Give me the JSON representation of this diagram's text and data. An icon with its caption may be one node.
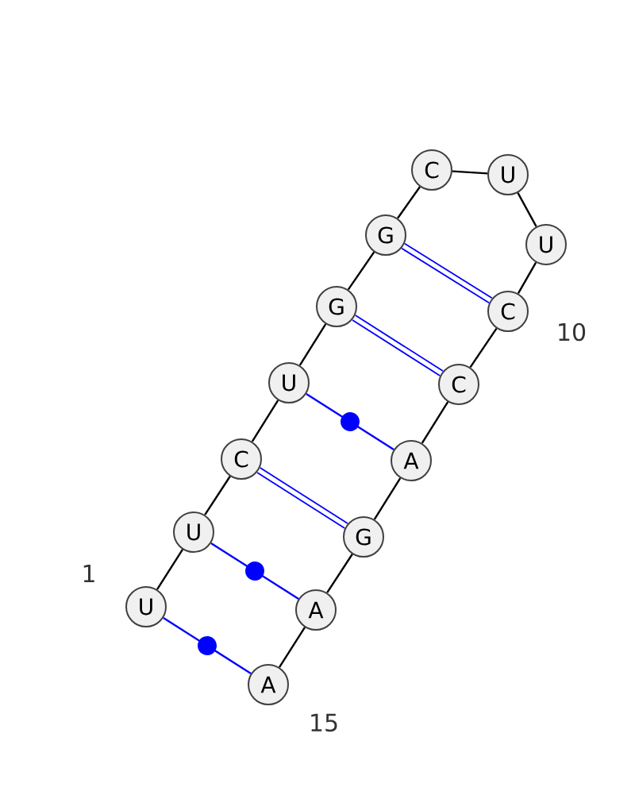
{
  "diagram": {
    "nodes": [
      {
        "text": [
          "U"
        ]
      },
      {
        "text": [
          "U"
        ]
      },
      {
        "text": [
          "C"
        ]
      },
      {
        "text": [
          "U"
        ]
      },
      {
        "text": [
          "G"
        ]
      },
      {
        "text": [
          "G"
        ]
      },
      {
        "text": [
          "C"
        ]
      },
      {
        "text": [
          "U"
        ]
      },
      {
        "text": [
          "U"
        ]
      },
      {
        "text": [
          "C"
        ]
      },
      {
        "text": [
          "C"
        ]
      },
      {
        "text": [
          "A"
        ]
      },
      {
        "text": [
          "G"
        ]
      },
      {
        "text": [
          "A"
        ]
      },
      {
        "text": [
          "A"
        ]
      }
    ],
    "edges": [
      {
        "from": 0,
        "to": 1,
        "arrow": "none"
      },
      {
        "from": 1,
        "to": 2,
        "arrow": "none"
      },
      {
        "from": 2,
        "to": 3,
        "arrow": "none"
      },
      {
        "from": 3,
        "to": 4,
        "arrow": "none"
      },
      {
        "from": 4,
        "to": 5,
        "arrow": "none"
      },
      {
        "from": 5,
        "to": 6,
        "arrow": "none"
      },
      {
        "from": 6,
        "to": 7,
        "arrow": "none"
      },
      {
        "from": 7,
        "to": 8,
        "arrow": "none"
      },
      {
        "from": 8,
        "to": 9,
        "arrow": "none"
      },
      {
        "from": 9,
        "to": 10,
        "arrow": "none"
      },
      {
        "from": 10,
        "to": 11,
        "arrow": "none"
      },
      {
        "from": 11,
        "to": 12,
        "arrow": "none"
      },
      {
        "from": 12,
        "to": 13,
        "arrow": "none"
      },
      {
        "from": 13,
        "to": 14,
        "arrow": "none"
      },
      {
        "from": 0,
        "to": 14,
        "arrow": "none",
        "color": "#0000ff"
      },
      {
        "from": 1,
        "to": 13,
        "arrow": "none",
        "color": "#0000ff"
      },
      {
        "from": 2,
        "to": 12,
        "arrow": "none",
        "style": "thick",
        "color": "#0000ff"
      },
      {
        "from": 3,
        "to": 11,
        "arrow": "none",
        "color": "#0000ff"
      },
      {
        "from": 4,
        "to": 10,
        "arrow": "none",
        "style": "thick",
        "color": "#0000ff"
      },
      {
        "from": 5,
        "to": 9,
        "arrow": "none",
        "style": "thick",
        "color": "#0000ff"
      }
    ],
    "labels": [
      "1",
      "10",
      "15"
    ]
  }
}
